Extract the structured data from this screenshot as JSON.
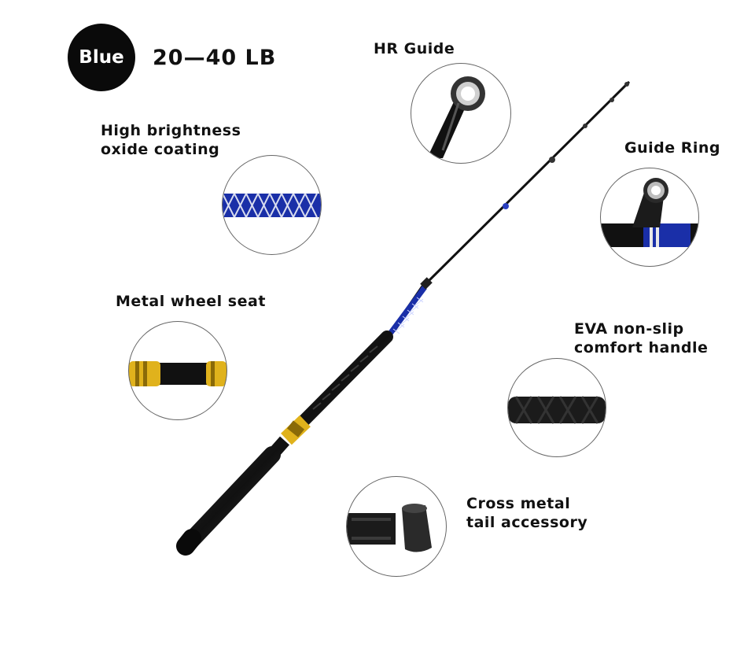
{
  "badge": {
    "color_name": "Blue",
    "background": "#0a0a0a"
  },
  "rating": {
    "line_class": "20—40 LB"
  },
  "features": [
    {
      "title": "HR Guide"
    },
    {
      "title": "High brightness\noxide coating"
    },
    {
      "title": "Guide Ring"
    },
    {
      "title": "Metal wheel seat"
    },
    {
      "title": "EVA non-slip\ncomfort handle"
    },
    {
      "title": "Cross metal\ntail accessory"
    }
  ],
  "colors": {
    "blank_blue": "#1a2fa8",
    "reel_seat_gold": "#e0b21c",
    "grip_black": "#1b1b1b"
  },
  "icons": [
    "hr-guide-closeup",
    "oxide-coating-closeup",
    "guide-ring-closeup",
    "reel-seat-closeup",
    "eva-handle-closeup",
    "tail-cap-closeup"
  ]
}
